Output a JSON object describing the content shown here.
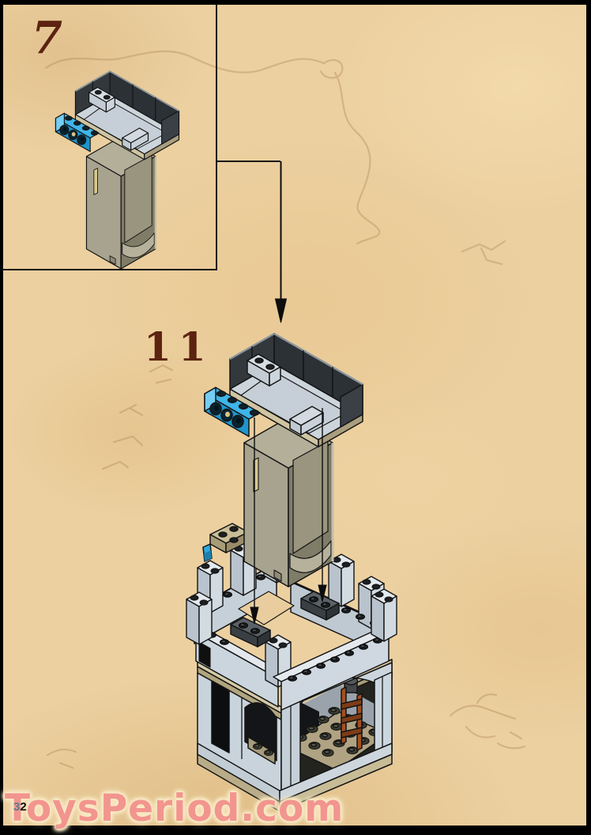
{
  "page": {
    "number_part1": "3",
    "number_part2": "2",
    "background_color": "#ecd0a0",
    "frame_color": "#000000"
  },
  "watermark": {
    "text": "ToysPeriod.com",
    "color": "#f2958e"
  },
  "steps": {
    "label_color": "#5b2310",
    "step7": {
      "label": "7"
    },
    "step11": {
      "label": "11"
    }
  },
  "illustration": {
    "subassembly": {
      "description": "corner wall sub-assembly built in step 7, placed again in step 11",
      "parts": [
        {
          "name": "technic-brick-1x4-with-holes",
          "color": "#3eb5e8"
        },
        {
          "name": "dark-corner-wall-panels",
          "color": "#33383c"
        },
        {
          "name": "light-gray-brick-1x2",
          "color": "#d6dde3"
        },
        {
          "name": "tan-plate-rim",
          "color": "#cfc5a2"
        },
        {
          "name": "tall-container-4x4x6",
          "color": "#a7a38e"
        }
      ]
    },
    "castle": {
      "description": "castle tower base with battlements receiving the sub-assembly",
      "parts": [
        {
          "name": "castle-walls-and-battlements",
          "color": "#cbd5dd"
        },
        {
          "name": "dark-gray-placement-plate-left",
          "color": "#5a6167"
        },
        {
          "name": "dark-gray-placement-plate-right",
          "color": "#5a6167"
        },
        {
          "name": "tan-floor-band",
          "color": "#d5cba6"
        },
        {
          "name": "dark-tan-interior-floor",
          "color": "#b0a383"
        },
        {
          "name": "reddish-brown-ladder",
          "color": "#a24f21"
        },
        {
          "name": "blue-telescope-accessory",
          "color": "#2fa8dd"
        },
        {
          "name": "black-archway-openings",
          "color": "#0d0e10"
        }
      ]
    },
    "arrows": [
      "step7-to-step11-arrow",
      "placement-guide-arrow-left",
      "placement-guide-arrow-right"
    ]
  }
}
